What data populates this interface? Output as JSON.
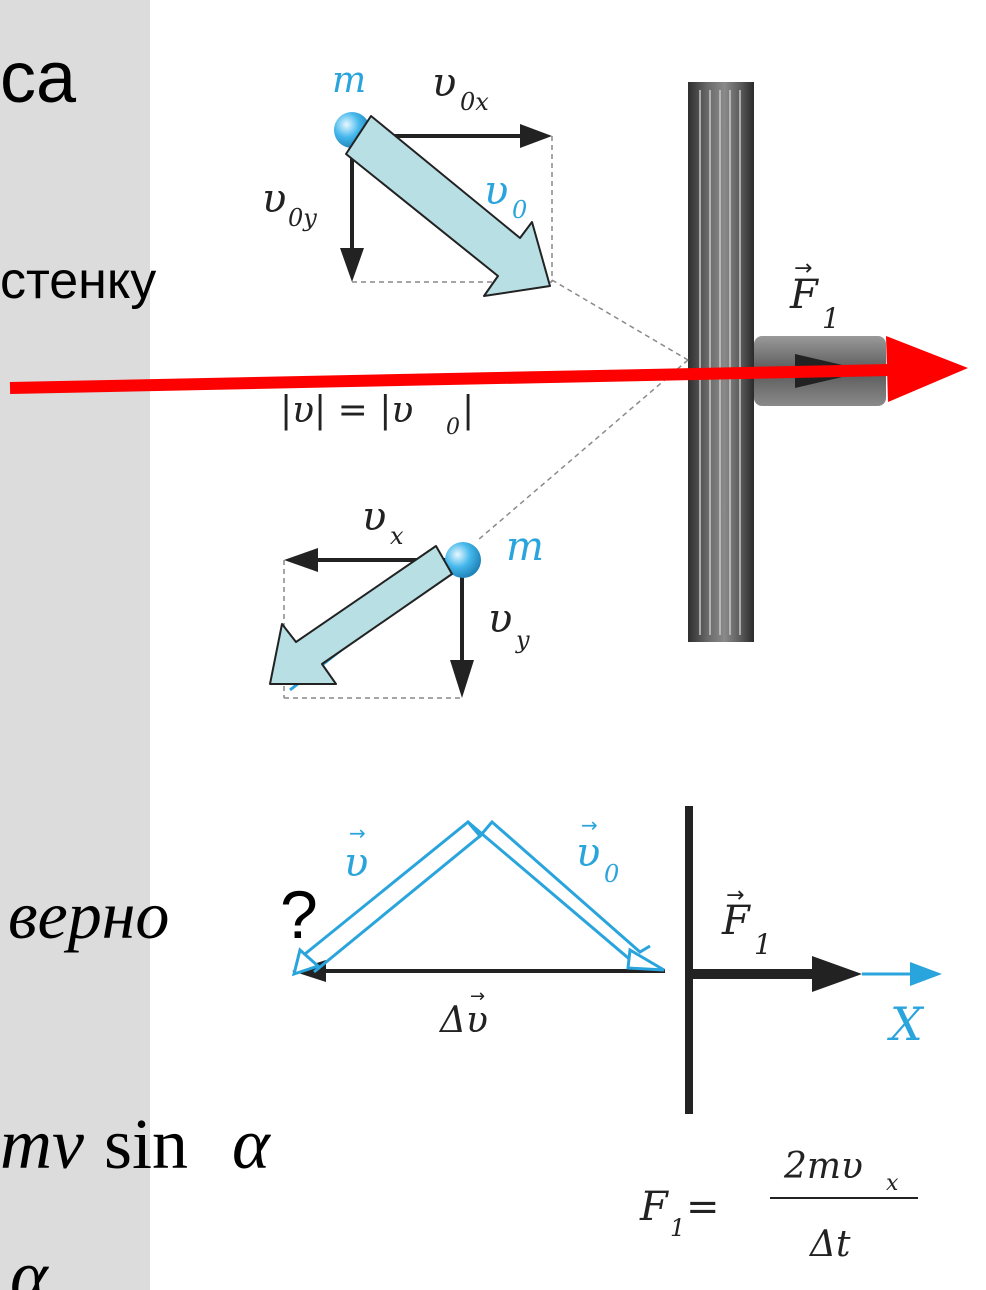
{
  "slide_text": {
    "fragment_top": "са",
    "fragment_wall": "стенку",
    "question_word": "верно",
    "question_mark": "?",
    "formula_a": "mv",
    "formula_sin": "sin",
    "formula_alpha": "α",
    "formula_bottom": "α"
  },
  "labels": {
    "mass": "m",
    "v0x": "υ",
    "v0x_sub": "0x",
    "v0y": "υ",
    "v0y_sub": "0y",
    "v0_vec": "υ",
    "v0_vec_sub": "0",
    "speed_eq": "|υ| = |υ",
    "speed_eq_sub": "0",
    "speed_eq_end": "|",
    "vx": "υ",
    "vx_sub": "x",
    "vy": "υ",
    "vy_sub": "y",
    "v_vec": "υ",
    "F1": "F",
    "F1_sub": "1",
    "delta_v": "Δυ",
    "axis_X": "X",
    "formula_lhs": "F",
    "formula_lhs_sub": "1",
    "formula_eq": "=",
    "formula_num": "2mυ",
    "formula_num_sub": "x",
    "formula_den": "Δt"
  },
  "colors": {
    "blue": "#2aa4dc",
    "red": "#ff0000",
    "overlay_fill": "#b7dfe4",
    "sidebar": "#dcdcdc",
    "wall_dark": "#3a3a3a"
  }
}
